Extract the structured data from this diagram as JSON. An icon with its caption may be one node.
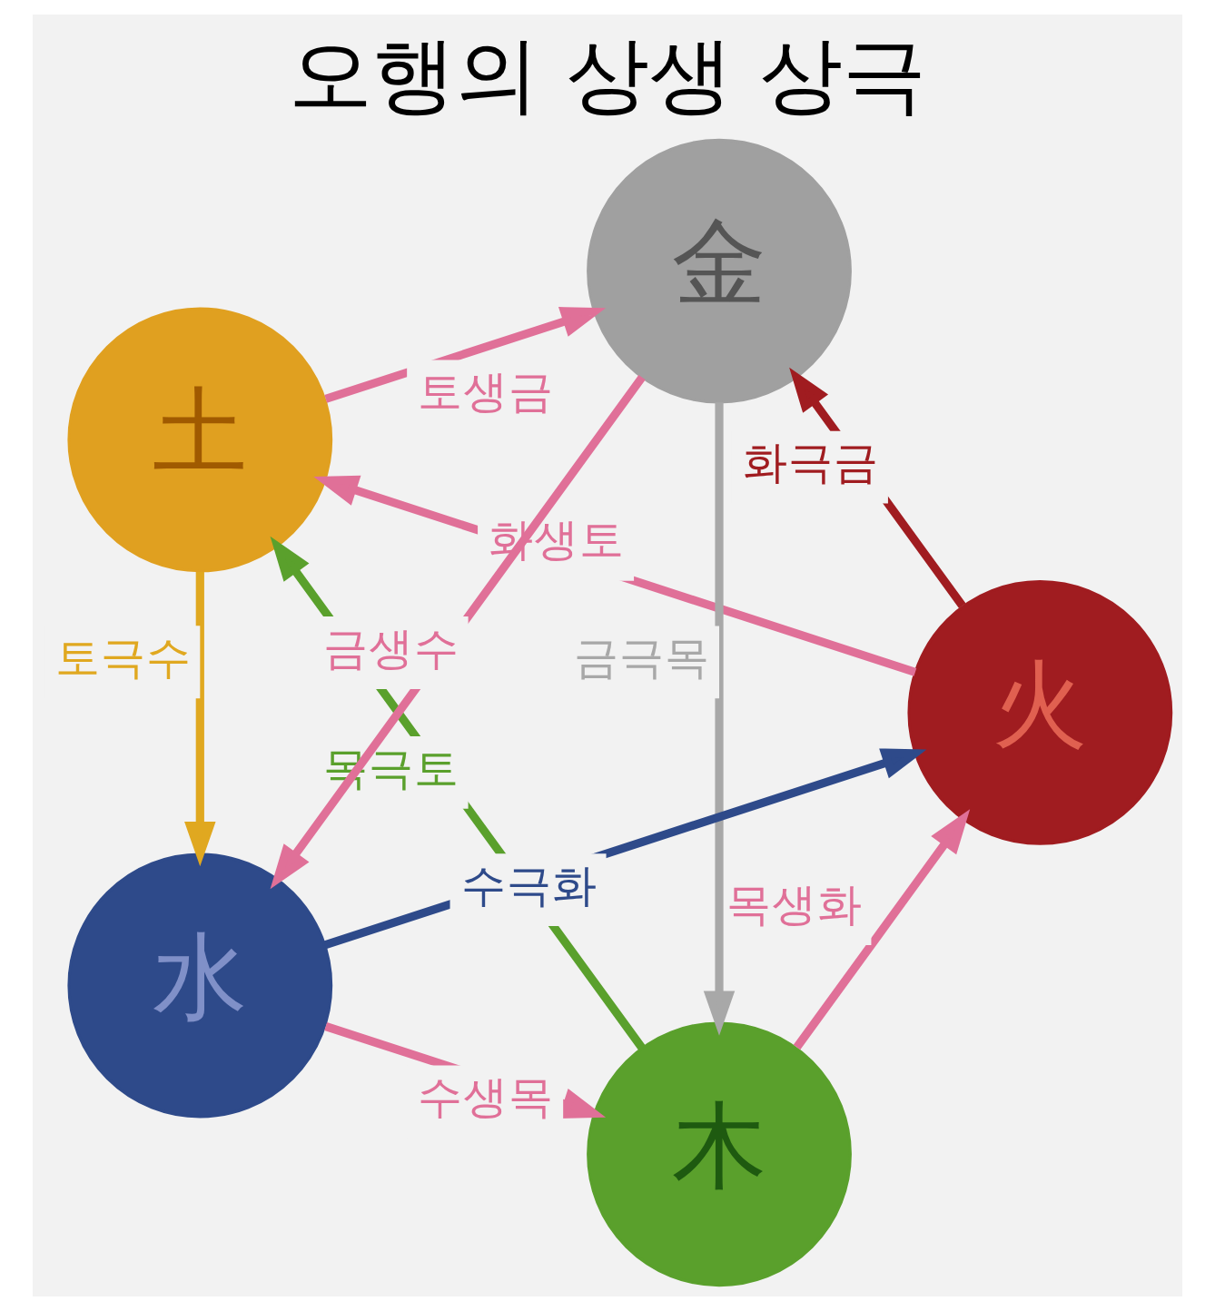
{
  "diagram": {
    "title": "오행의 상생 상극",
    "nodes": [
      {
        "text": [
          "木"
        ]
      },
      {
        "text": [
          "火"
        ]
      },
      {
        "text": [
          "土"
        ]
      },
      {
        "text": [
          "金"
        ]
      },
      {
        "text": [
          "水"
        ]
      }
    ],
    "edges": [
      {
        "from": 0,
        "to": 1,
        "arrow": "to",
        "label": "목생화"
      },
      {
        "from": 1,
        "to": 2,
        "arrow": "to",
        "label": "화생토"
      },
      {
        "from": 2,
        "to": 3,
        "arrow": "to",
        "label": "토생금"
      },
      {
        "from": 3,
        "to": 4,
        "arrow": "to",
        "label": "금생수"
      },
      {
        "from": 4,
        "to": 0,
        "arrow": "to",
        "label": "수생목"
      },
      {
        "from": 0,
        "to": 2,
        "arrow": "to",
        "label": "목극토",
        "color": "#5aa02c"
      },
      {
        "from": 2,
        "to": 4,
        "arrow": "to",
        "label": "토극수",
        "color": "#e0a820"
      },
      {
        "from": 4,
        "to": 1,
        "arrow": "to",
        "label": "수극화",
        "color": "#2e4a8a"
      },
      {
        "from": 1,
        "to": 3,
        "arrow": "to",
        "label": "화극금",
        "color": "#a01c20"
      },
      {
        "from": 3,
        "to": 0,
        "arrow": "to",
        "label": "금극목",
        "color": "#a8a8a8"
      }
    ]
  }
}
